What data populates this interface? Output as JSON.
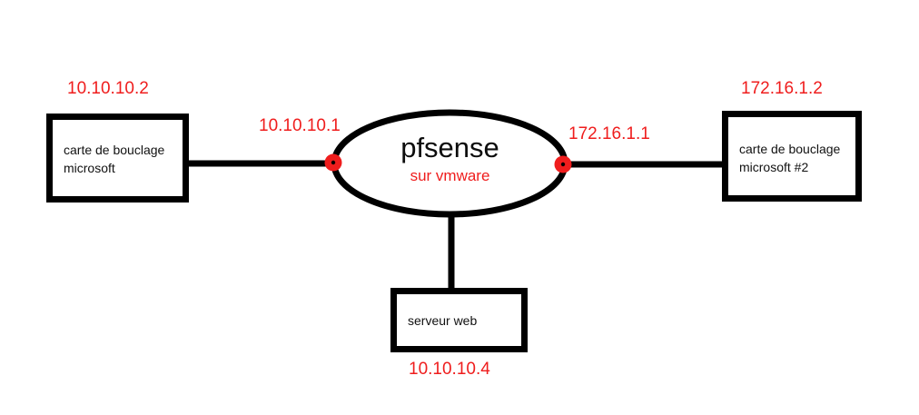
{
  "diagram": {
    "type": "network-topology",
    "background_color": "#ffffff",
    "line_color": "#000000",
    "accent_color": "#ef1d1d",
    "nodes": {
      "left_adapter": {
        "label": "carte de bouclage\nmicrosoft",
        "ip": "10.10.10.2"
      },
      "right_adapter": {
        "label": "carte de bouclage\nmicrosoft #2",
        "ip": "172.16.1.2"
      },
      "web_server": {
        "label": "serveur web",
        "ip": "10.10.10.4"
      },
      "firewall": {
        "title": "pfsense",
        "subtitle": "sur vmware",
        "lan_interface_ip": "10.10.10.1",
        "wan_interface_ip": "172.16.1.1"
      }
    },
    "connectors": [
      {
        "from": "left_adapter",
        "to": "firewall",
        "endpoint": "lan-interface-dot"
      },
      {
        "from": "firewall",
        "to": "right_adapter",
        "endpoint": "wan-interface-dot"
      },
      {
        "from": "firewall",
        "to": "web_server",
        "endpoint": "none"
      }
    ]
  }
}
